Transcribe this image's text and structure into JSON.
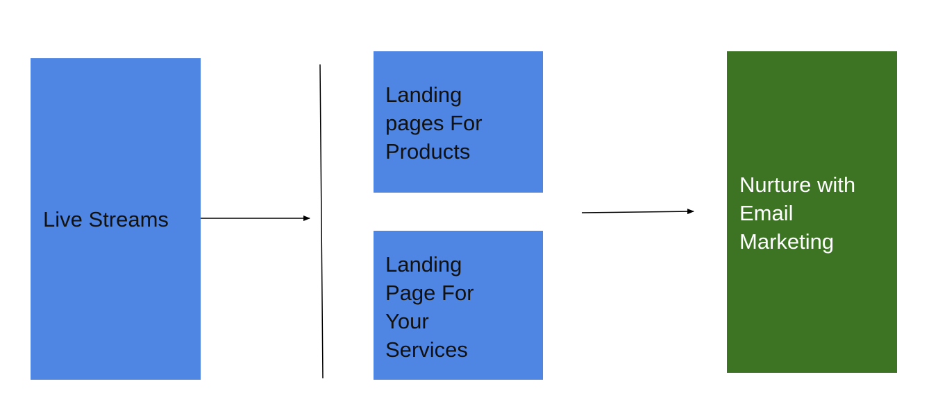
{
  "colors": {
    "blue_box": "#4f86e4",
    "green_box": "#3c7423",
    "dark_text": "#111111",
    "light_text": "#ffffff",
    "connector": "#000000"
  },
  "nodes": {
    "live_streams": {
      "label": "Live Streams"
    },
    "landing_products": {
      "label": "Landing\npages For\nProducts"
    },
    "landing_services": {
      "label": "Landing\nPage For\nYour\nServices"
    },
    "email_marketing": {
      "label": "Nurture with\nEmail\nMarketing"
    }
  },
  "edges": [
    {
      "from": "live_streams",
      "to": "landing-group",
      "type": "arrow"
    },
    {
      "from": "landing-group",
      "to": "email_marketing",
      "type": "arrow"
    }
  ]
}
